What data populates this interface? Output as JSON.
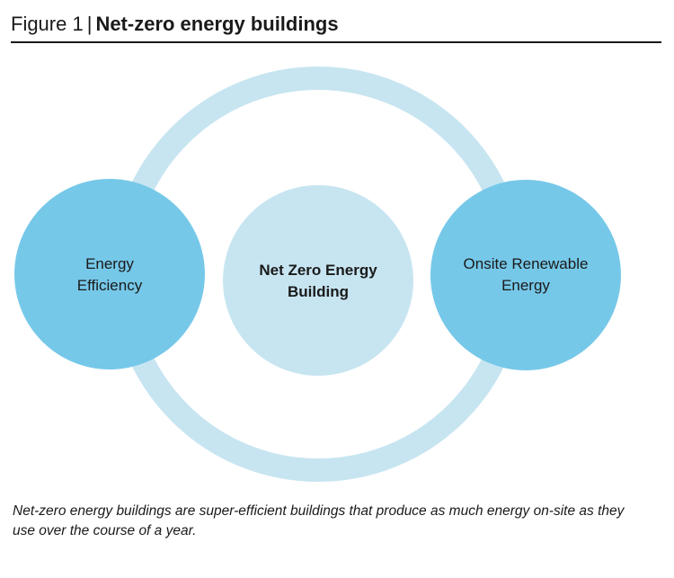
{
  "header": {
    "figure_label": "Figure 1",
    "separator": "|",
    "title": "Net-zero energy buildings"
  },
  "diagram": {
    "left_node": "Energy Efficiency",
    "center_node": "Net Zero Energy Building",
    "right_node": "Onsite Renewable Energy"
  },
  "colors": {
    "ring": "#c7e5f1",
    "outer_circles": "#76c8e9",
    "center_circle": "#c7e5f1",
    "rule": "#1a1a1a"
  },
  "caption": "Net-zero energy buildings are super-efficient buildings that produce as much energy on-site as they use over the course of a year."
}
